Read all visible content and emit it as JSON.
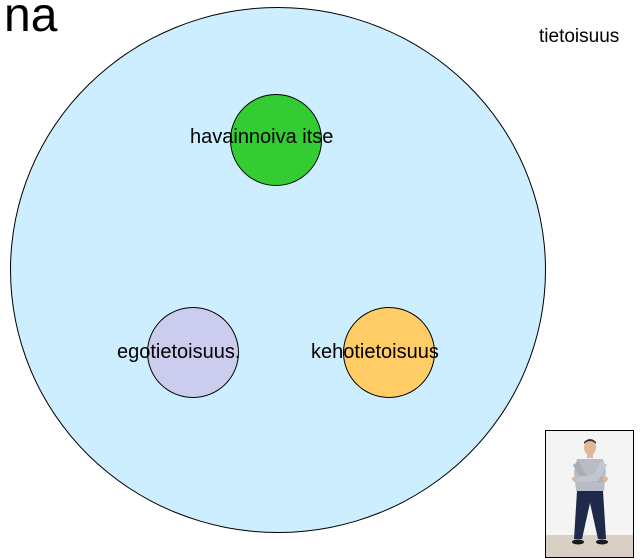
{
  "title_fragment": "na",
  "outer_label": "tietoisuus",
  "nodes": {
    "observer": {
      "label": "havainnoiva itse",
      "color": "#33cc33"
    },
    "ego": {
      "label": "egotietoisuus.",
      "color": "#ccccee"
    },
    "body": {
      "label": "kehotietoisuus",
      "color": "#ffcc66"
    }
  },
  "outer_circle_color": "#cceeff",
  "photo": {
    "icon": "standing-person-photo"
  }
}
